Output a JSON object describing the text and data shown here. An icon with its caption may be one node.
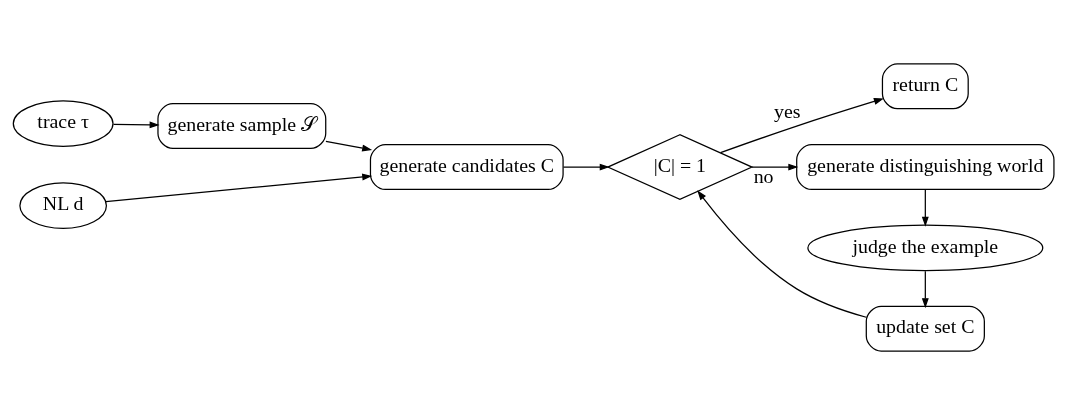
{
  "diagram": {
    "nodes": [
      {
        "text": [
          "trace τ"
        ]
      },
      {
        "text": [
          "generate sample 𝒮"
        ]
      },
      {
        "text": [
          "generate candidates C"
        ]
      },
      {
        "text": [
          "NL d"
        ]
      },
      {
        "text": [
          "|C| = 1"
        ]
      },
      {
        "text": [
          "return C"
        ]
      },
      {
        "text": [
          "generate distinguishing world"
        ]
      },
      {
        "text": [
          "judge the example"
        ]
      },
      {
        "text": [
          "update set C"
        ]
      }
    ],
    "edges": [
      {
        "from": 0,
        "to": 1,
        "arrow": "to"
      },
      {
        "from": 1,
        "to": 2,
        "arrow": "to"
      },
      {
        "from": 3,
        "to": 2,
        "arrow": "to"
      },
      {
        "from": 2,
        "to": 4,
        "arrow": "to"
      },
      {
        "from": 4,
        "to": 5,
        "arrow": "to",
        "label": "yes"
      },
      {
        "from": 4,
        "to": 6,
        "arrow": "to",
        "label": "no"
      },
      {
        "from": 6,
        "to": 7,
        "arrow": "to"
      },
      {
        "from": 7,
        "to": 8,
        "arrow": "to"
      },
      {
        "from": 8,
        "to": 4,
        "arrow": "to"
      }
    ]
  }
}
